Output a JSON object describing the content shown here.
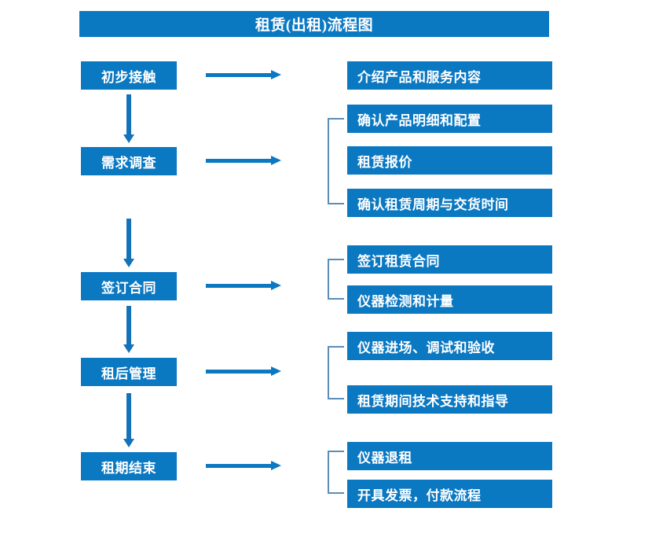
{
  "diagram": {
    "title": "租赁(出租)流程图",
    "colors": {
      "box_fill": "#0b78c2",
      "box_text": "#ffffff",
      "arrow": "#0b78c2",
      "bracket": "#5b8db8",
      "background": "#ffffff"
    },
    "stages": [
      {
        "label": "初步接触"
      },
      {
        "label": "需求调查"
      },
      {
        "label": "签订合同"
      },
      {
        "label": "租后管理"
      },
      {
        "label": "租期结束"
      }
    ],
    "details": [
      {
        "label": "介绍产品和服务内容"
      },
      {
        "label": "确认产品明细和配置"
      },
      {
        "label": "租赁报价"
      },
      {
        "label": "确认租赁周期与交货时间"
      },
      {
        "label": "签订租赁合同"
      },
      {
        "label": "仪器检测和计量"
      },
      {
        "label": "仪器进场、调试和验收"
      },
      {
        "label": "租赁期间技术支持和指导"
      },
      {
        "label": "仪器退租"
      },
      {
        "label": "开具发票，付款流程"
      }
    ],
    "icons": {
      "flow_arrow_right": "right-arrow-icon",
      "flow_arrow_down": "down-arrow-icon",
      "group_bracket": "bracket-icon"
    }
  }
}
